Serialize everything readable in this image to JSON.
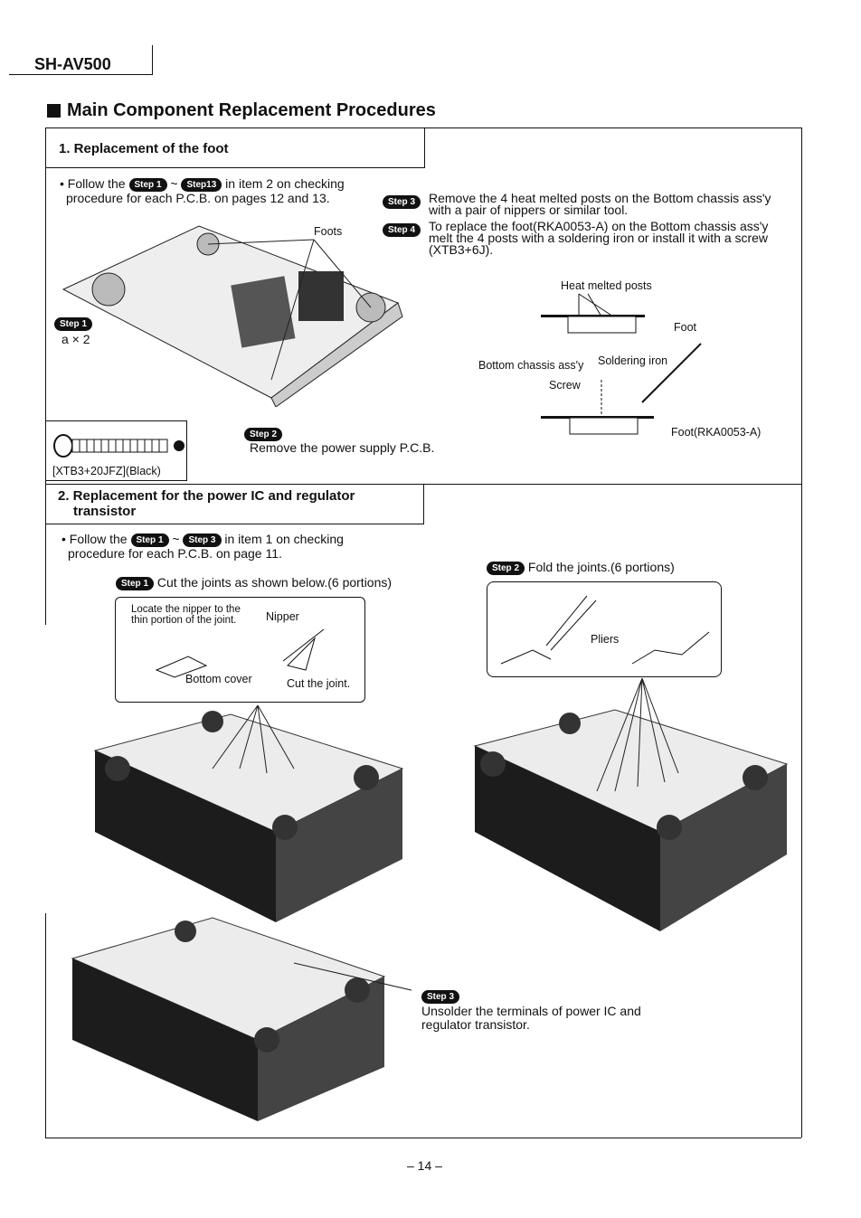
{
  "header": {
    "model": "SH-AV500"
  },
  "title": "Main Component Replacement Procedures",
  "section1": {
    "heading": "1. Replacement of the foot",
    "follow_pre": "• Follow the",
    "badge_a": "Step 1",
    "tilde": "~",
    "badge_b": "Step13",
    "follow_post": "in item 2 on checking",
    "follow_line2": "procedure for each P.C.B. on pages 12 and 13.",
    "foots_label": "Foots",
    "step1_badge": "Step 1",
    "screw_count": "a × 2",
    "screw_letter": "a",
    "screw_part": "[XTB3+20JFZ](Black)",
    "step2_badge": "Step 2",
    "step2_text": "Remove the power supply P.C.B.",
    "step3_badge": "Step 3",
    "step3_text": "Remove the 4 heat melted posts on the Bottom chassis ass'y with a pair of nippers or similar tool.",
    "step4_badge": "Step 4",
    "step4_text": "To replace the foot(RKA0053-A) on the Bottom chassis ass'y melt the 4 posts with a soldering iron or install it with a screw (XTB3+6J).",
    "diagram": {
      "heat_posts": "Heat melted posts",
      "foot": "Foot",
      "bottom_chassis": "Bottom chassis ass'y",
      "soldering_iron": "Soldering iron",
      "screw": "Screw",
      "foot_part": "Foot(RKA0053-A)"
    }
  },
  "section2": {
    "heading_line1": "2. Replacement for the power IC and regulator",
    "heading_line2": "transistor",
    "follow_pre": "• Follow the",
    "badge_a": "Step 1",
    "tilde": "~",
    "badge_b": "Step 3",
    "follow_post": "in item 1 on checking",
    "follow_line2": "procedure for each P.C.B. on page 11.",
    "step1_badge": "Step 1",
    "step1_text": "Cut the joints as shown below.(6 portions)",
    "callout1": {
      "locate": "Locate the nipper to the thin portion of the joint.",
      "nipper": "Nipper",
      "bottom_cover": "Bottom cover",
      "cut": "Cut the joint."
    },
    "step2_badge": "Step 2",
    "step2_text": "Fold the joints.(6 portions)",
    "callout2": {
      "pliers": "Pliers"
    },
    "step3_badge": "Step 3",
    "step3_text": "Unsolder the terminals of power IC and regulator transistor."
  },
  "footer": {
    "page": "– 14 –"
  }
}
